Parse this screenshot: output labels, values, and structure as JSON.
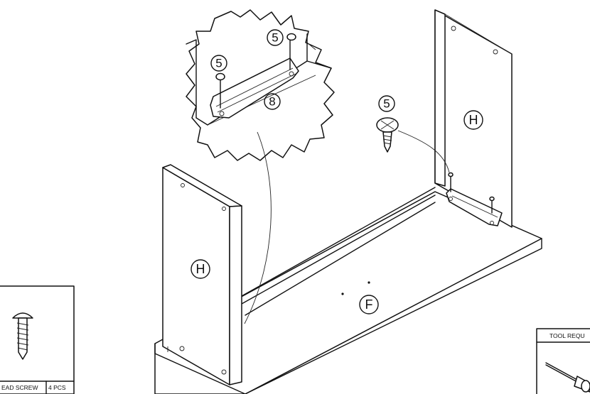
{
  "parts": {
    "left_panel": "H",
    "right_panel": "H",
    "bottom_panel": "F",
    "screw_callout": "5",
    "detail_screw_left": "5",
    "detail_screw_right": "5",
    "detail_bracket": "8"
  },
  "hardware_box": {
    "item_name": "EAD SCREW",
    "quantity": "4 PCS"
  },
  "tool_box": {
    "title": "TOOL REQU"
  },
  "icons": [
    "screw-icon",
    "screwdriver-icon"
  ]
}
